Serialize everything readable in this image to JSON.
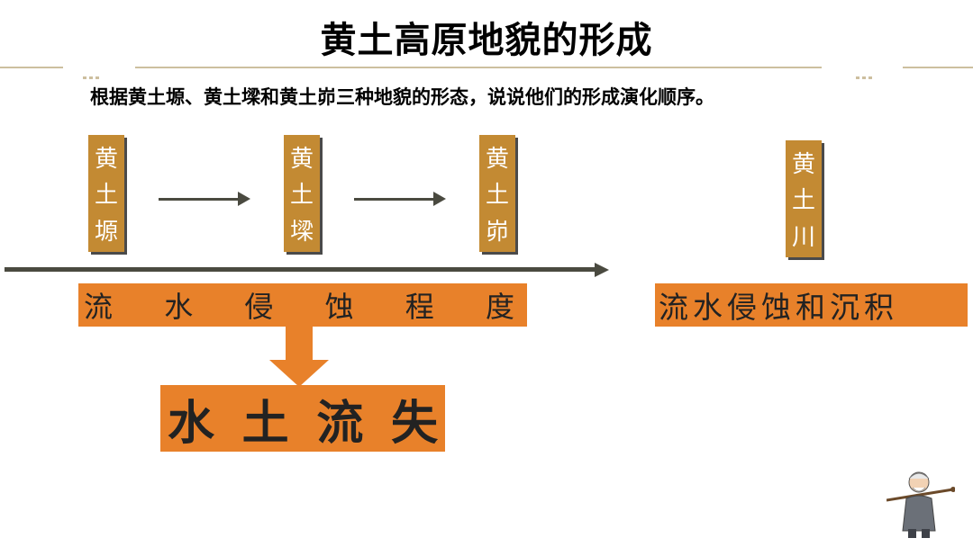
{
  "title": "黄土高原地貌的形成",
  "subtitle": "根据黄土塬、黄土墚和黄土峁三种地貌的形态，说说他们的形成演化顺序。",
  "landforms": [
    {
      "chars": [
        "黄",
        "土",
        "塬"
      ]
    },
    {
      "chars": [
        "黄",
        "土",
        "墚"
      ]
    },
    {
      "chars": [
        "黄",
        "土",
        "峁"
      ]
    },
    {
      "chars": [
        "黄",
        "土",
        "川"
      ]
    }
  ],
  "process_label_chars": [
    "流",
    "水",
    "侵",
    "蚀",
    "程",
    "度"
  ],
  "result_label_chars": [
    "水",
    "土",
    "流",
    "失"
  ],
  "right_label": "流水侵蚀和沉积",
  "colors": {
    "vertical_box": "#c38a33",
    "orange_box": "#e8812a",
    "arrow": "#4a4a40",
    "rule": "#cdbf9f"
  }
}
